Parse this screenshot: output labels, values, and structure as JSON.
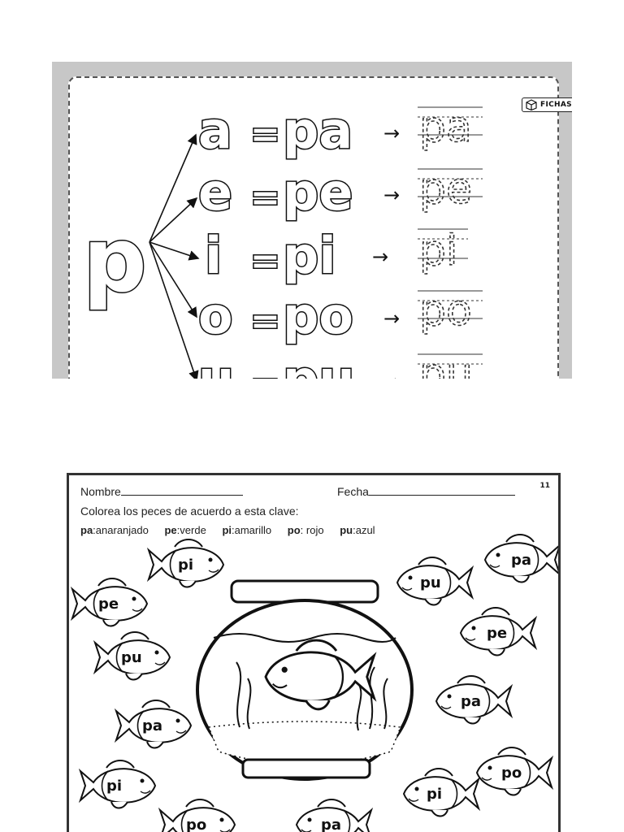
{
  "top": {
    "consonant": "p",
    "logo_text": "FICHAS",
    "rows": [
      {
        "vowel": "a",
        "equals": "=",
        "syllable": "pa",
        "arrow": "→",
        "trace": "pa"
      },
      {
        "vowel": "e",
        "equals": "=",
        "syllable": "pe",
        "arrow": "→",
        "trace": "pe"
      },
      {
        "vowel": "i",
        "equals": "=",
        "syllable": "pi",
        "arrow": "→",
        "trace": "pi"
      },
      {
        "vowel": "o",
        "equals": "=",
        "syllable": "po",
        "arrow": "→",
        "trace": "po"
      },
      {
        "vowel": "u",
        "equals": "=",
        "syllable": "pu",
        "arrow": "→",
        "trace": "pu"
      }
    ]
  },
  "bottom": {
    "page_number": "11",
    "name_label": "Nombre",
    "date_label": "Fecha",
    "instruction": "Colorea los peces de acuerdo a esta clave:",
    "key": [
      {
        "syllable": "pa",
        "color": "anaranjado"
      },
      {
        "syllable": "pe",
        "color": "verde"
      },
      {
        "syllable": "pi",
        "color": "amarillo"
      },
      {
        "syllable": "po",
        "color": " rojo"
      },
      {
        "syllable": "pu",
        "color": "azul"
      }
    ],
    "fish": [
      "pi",
      "pe",
      "pu",
      "pa",
      "pi",
      "po",
      "pa",
      "pu",
      "pa",
      "pe",
      "pa",
      "po",
      "pi"
    ]
  }
}
